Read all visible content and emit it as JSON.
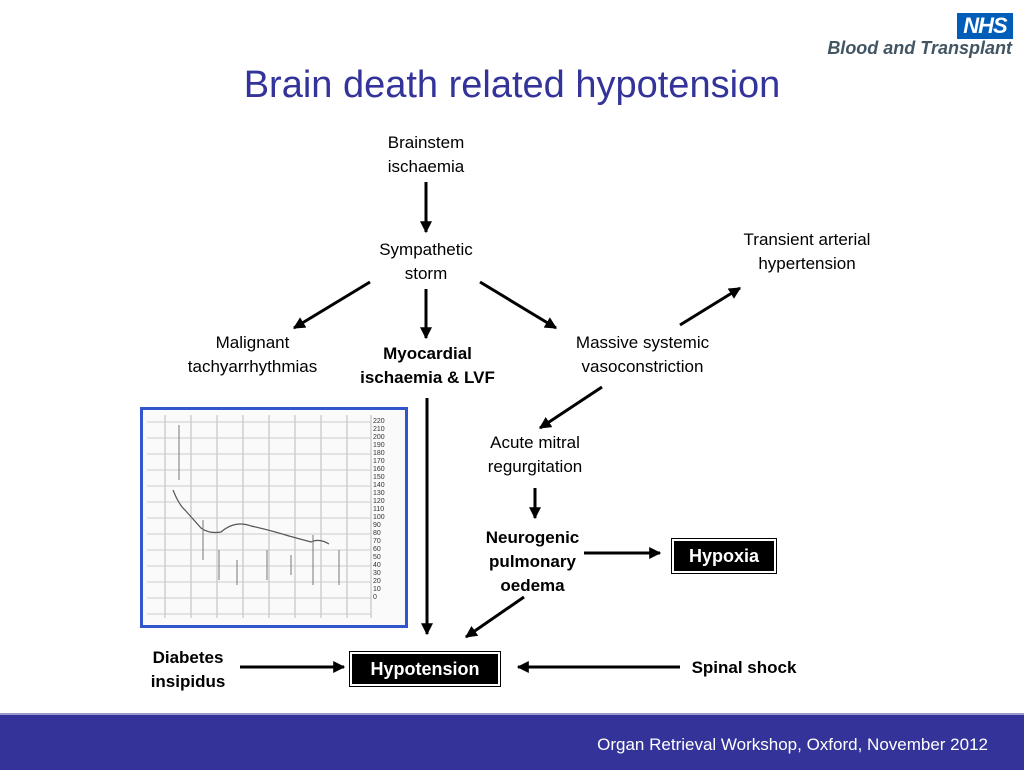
{
  "logo": {
    "badge": "NHS",
    "name": "Blood and Transplant"
  },
  "title": "Brain death related hypotension",
  "nodes": {
    "brainstem": "Brainstem\nischaemia",
    "sympathetic": "Sympathetic\nstorm",
    "transient": "Transient arterial\nhypertension",
    "malignant": "Malignant\ntachyarrhythmias",
    "myocardial": "Myocardial\nischaemia & LVF",
    "vasoconstriction": "Massive systemic\nvasoconstriction",
    "mitral": "Acute mitral\nregurgitation",
    "neurogenic": "Neurogenic\npulmonary\noedema",
    "hypoxia": "Hypoxia",
    "diabetes": "Diabetes\ninsipidus",
    "hypotension": "Hypotension",
    "spinal": "Spinal shock"
  },
  "chart": {
    "scale_labels": [
      "220",
      "210",
      "200",
      "190",
      "180",
      "170",
      "160",
      "150",
      "140",
      "130",
      "120",
      "110",
      "100",
      "90",
      "80",
      "70",
      "60",
      "50",
      "40",
      "30",
      "20",
      "10",
      "0"
    ]
  },
  "footer": "Organ Retrieval Workshop, Oxford, November 2012"
}
